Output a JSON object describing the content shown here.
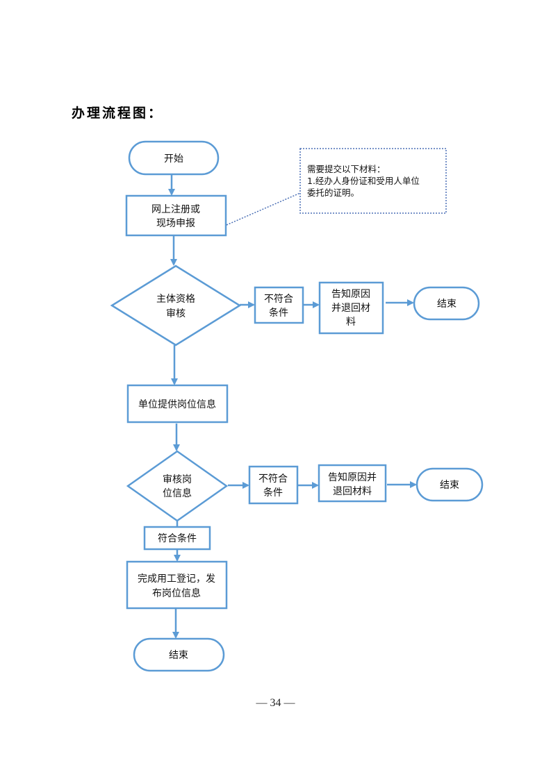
{
  "page": {
    "title": "办理流程图：",
    "page_number": "— 34 —"
  },
  "nodes": {
    "start": "开始",
    "register": [
      "网上注册或",
      "现场申报"
    ],
    "check_qualification": [
      "主体资格",
      "审核"
    ],
    "not_eligible_1": [
      "不符合",
      "条件"
    ],
    "notify_return_1": [
      "告知原因",
      "并退回材",
      "料"
    ],
    "end_1": "结束",
    "provide_post": "单位提供岗位信息",
    "review_post": [
      "审核岗",
      "位信息"
    ],
    "not_eligible_2": [
      "不符合",
      "条件"
    ],
    "notify_return_2": [
      "告知原因并",
      "退回材料"
    ],
    "end_2": "结束",
    "eligible": "符合条件",
    "complete": [
      "完成用工登记，发",
      "布岗位信息"
    ],
    "end_3": "结束"
  },
  "note": [
    "需要提交以下材料：",
    "1.经办人身份证和受用人单位",
    "委托的证明。"
  ],
  "colors": {
    "node_stroke": "#5b9bd5",
    "arrow": "#5b9bd5",
    "note_border": "#4a6fb5"
  }
}
